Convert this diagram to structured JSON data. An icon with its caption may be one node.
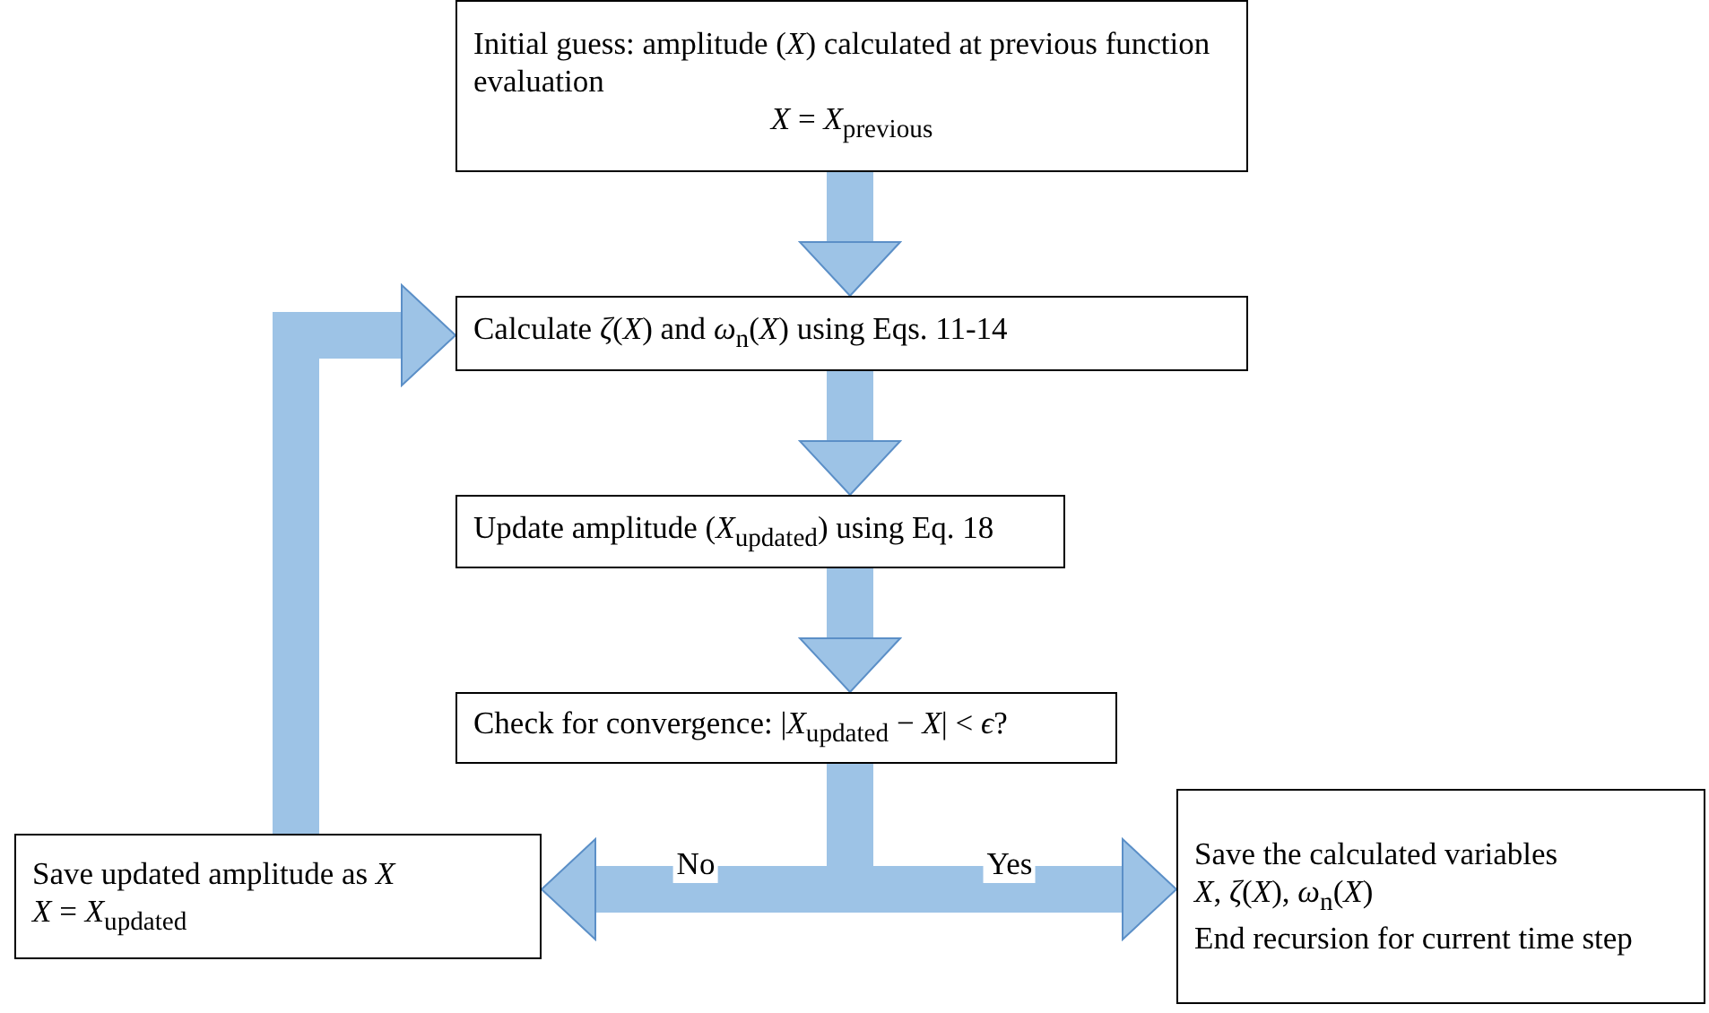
{
  "diagram": {
    "nodes": [
      {
        "text": [
          "Initial guess: amplitude (*X*) calculated at previous function evaluation",
          "*X* = *X*$_{previous}$"
        ]
      },
      {
        "text": [
          "Calculate *ζ*(*X*) and *ω*$_{n}$(*X*) using Eqs. 11-14"
        ]
      },
      {
        "text": [
          "Update amplitude (*X*$_{updated}$) using Eq. 18"
        ]
      },
      {
        "text": [
          "Check for convergence: |*X*$_{updated}$ − *X*| < *ϵ*?"
        ]
      },
      {
        "text": [
          "Save updated amplitude as *X*",
          "*X* = *X*$_{updated}$"
        ]
      },
      {
        "text": [
          "Save the calculated variables",
          "*X*, *ζ*(*X*), *ω*$_{n}$(*X*)",
          "End recursion for current time step"
        ]
      }
    ],
    "edges": [
      {
        "from": 0,
        "to": 1,
        "arrow": "to"
      },
      {
        "from": 1,
        "to": 2,
        "arrow": "to"
      },
      {
        "from": 2,
        "to": 3,
        "arrow": "to"
      },
      {
        "from": 3,
        "to": 4,
        "arrow": "to",
        "label": "No"
      },
      {
        "from": 3,
        "to": 5,
        "arrow": "to",
        "label": "Yes"
      },
      {
        "from": 4,
        "to": 1,
        "arrow": "to"
      }
    ]
  }
}
